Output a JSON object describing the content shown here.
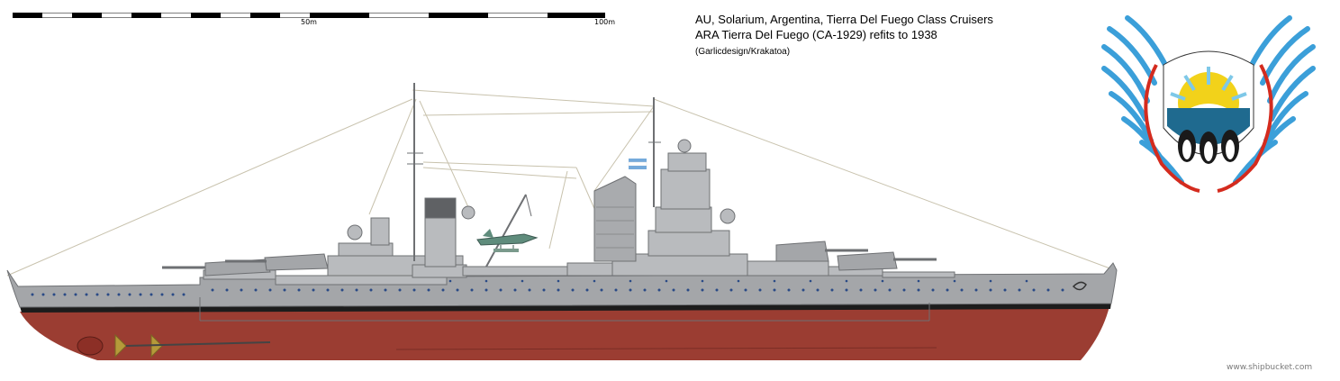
{
  "scale": {
    "label_mid": "50m",
    "label_end": "100m"
  },
  "title": {
    "line1": "AU, Solarium, Argentina, Tierra Del Fuego Class Cruisers",
    "line2": "ARA Tierra Del Fuego (CA-1929) refits to 1938",
    "credit": "(Garlicdesign/Krakatoa)"
  },
  "watermark": "www.shipbucket.com",
  "colors": {
    "hull_grey": "#a4a6a9",
    "superstructure_grey": "#b9bbbe",
    "hull_red": "#9b3d32",
    "boot_topping": "#1c1c1c",
    "portholes": "#2a4a86",
    "emblem_blue": "#3b9fd9",
    "emblem_red": "#d42b1e",
    "sun_yellow": "#f2d21a"
  },
  "icons": {
    "ship": "cruiser-profile-drawing",
    "emblem": "tierra-del-fuego-coat-of-arms",
    "flag": "argentine-flag-icon",
    "seaplane": "seaplane-icon"
  }
}
